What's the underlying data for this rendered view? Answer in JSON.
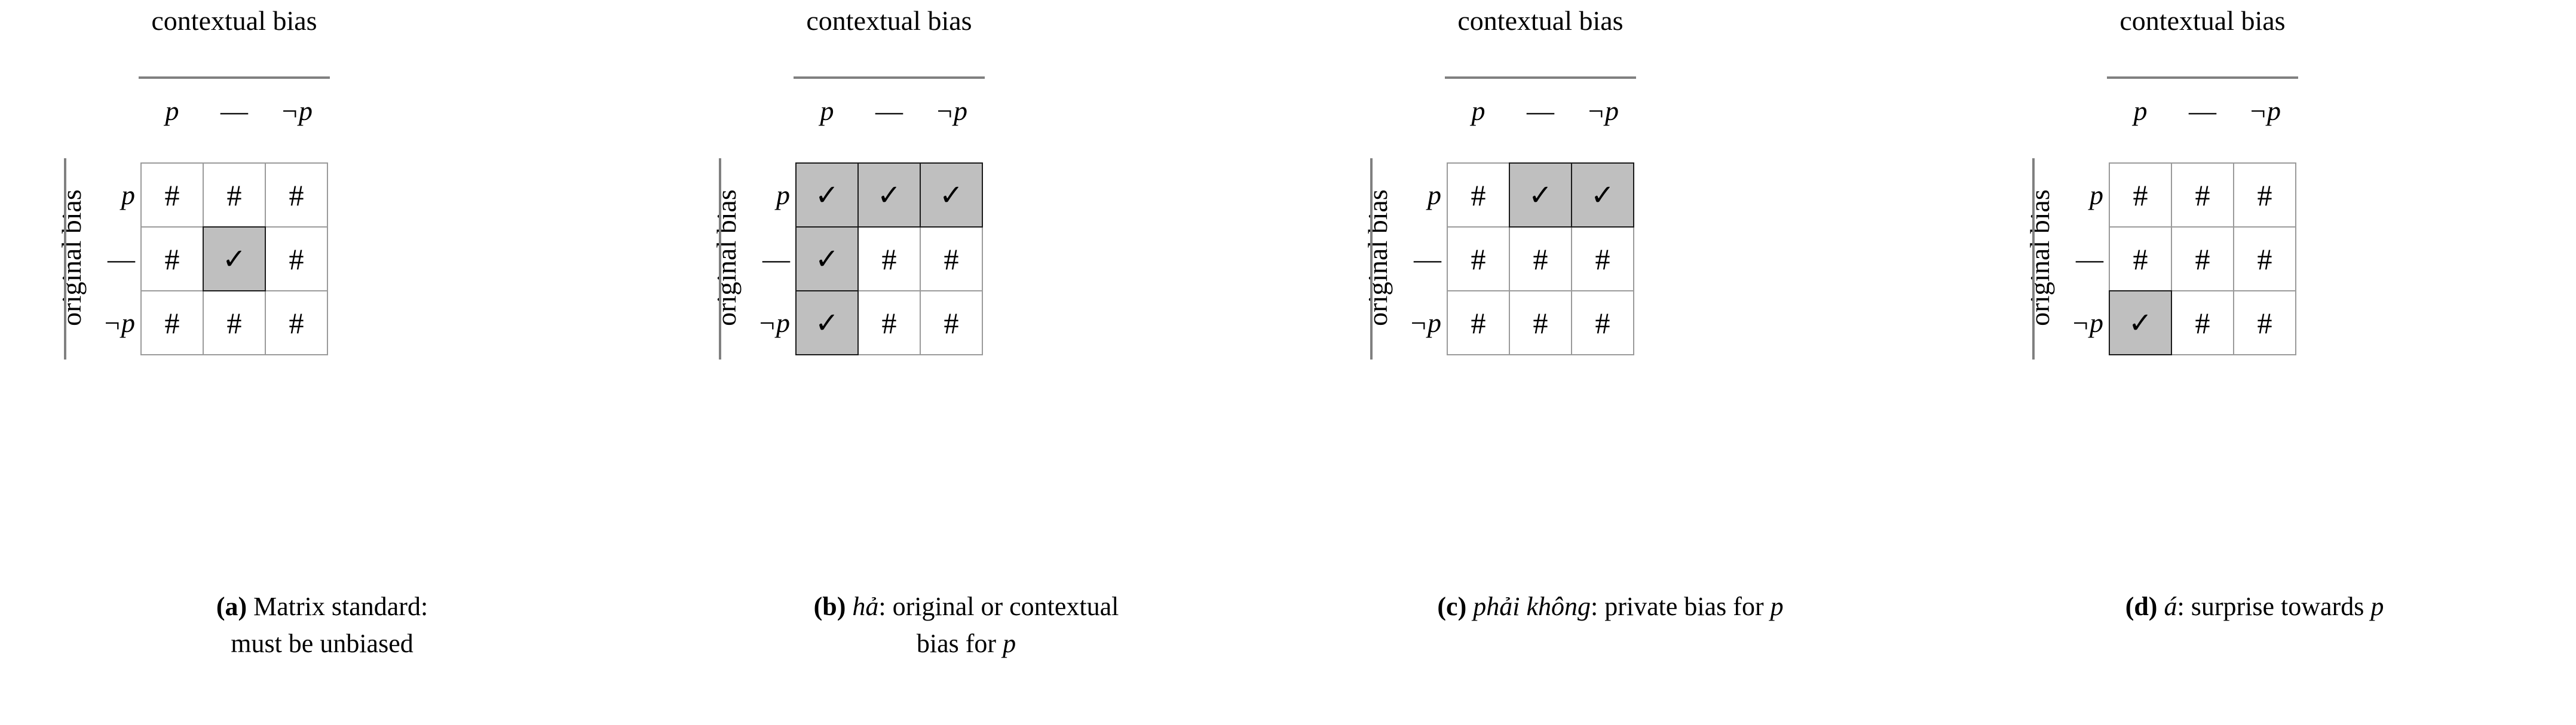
{
  "figure": {
    "column_group_title": "contextual bias",
    "row_group_title": "original bias",
    "column_headers": [
      "p",
      "—",
      "¬p"
    ],
    "row_headers": [
      "p",
      "—",
      "¬p"
    ],
    "symbols": {
      "unmarked": "#",
      "marked": "✓"
    },
    "colors": {
      "shade_fill": "#bfbfbf",
      "shade_border": "#1a1a1a",
      "grid_line": "#9a9a9a",
      "group_rule": "#808080",
      "text": "#000000",
      "background": "#ffffff"
    }
  },
  "panels": [
    {
      "tag": "(a)",
      "term": "",
      "caption_rest": "Matrix standard: must be unbiased",
      "caption_lines": [
        {
          "tag": "(a)",
          "term": "",
          "sep": "",
          "text": " Matrix standard:",
          "var": ""
        },
        {
          "tag": "",
          "term": "",
          "sep": "",
          "text": "must be unbiased",
          "var": ""
        }
      ],
      "cells": [
        [
          "#",
          "#",
          "#"
        ],
        [
          "#",
          "✓",
          "#"
        ],
        [
          "#",
          "#",
          "#"
        ]
      ],
      "shaded": [
        [
          false,
          false,
          false
        ],
        [
          false,
          true,
          false
        ],
        [
          false,
          false,
          false
        ]
      ]
    },
    {
      "tag": "(b)",
      "term": "hả",
      "caption_rest": "original or contextual bias for p",
      "caption_lines": [
        {
          "tag": "(b)",
          "term": "hả",
          "sep": ": ",
          "text": "original or contextual",
          "var": ""
        },
        {
          "tag": "",
          "term": "",
          "sep": "",
          "text": "bias for ",
          "var": "p"
        }
      ],
      "cells": [
        [
          "✓",
          "✓",
          "✓"
        ],
        [
          "✓",
          "#",
          "#"
        ],
        [
          "✓",
          "#",
          "#"
        ]
      ],
      "shaded": [
        [
          true,
          true,
          true
        ],
        [
          true,
          false,
          false
        ],
        [
          true,
          false,
          false
        ]
      ]
    },
    {
      "tag": "(c)",
      "term": "phải không",
      "caption_rest": "private bias for p",
      "caption_lines": [
        {
          "tag": "(c)",
          "term": "phải không",
          "sep": ": ",
          "text": "private bias for ",
          "var": "p"
        }
      ],
      "cells": [
        [
          "#",
          "✓",
          "✓"
        ],
        [
          "#",
          "#",
          "#"
        ],
        [
          "#",
          "#",
          "#"
        ]
      ],
      "shaded": [
        [
          false,
          true,
          true
        ],
        [
          false,
          false,
          false
        ],
        [
          false,
          false,
          false
        ]
      ]
    },
    {
      "tag": "(d)",
      "term": "á",
      "caption_rest": "surprise towards p",
      "caption_lines": [
        {
          "tag": "(d)",
          "term": "á",
          "sep": ": ",
          "text": "surprise towards ",
          "var": "p"
        }
      ],
      "cells": [
        [
          "#",
          "#",
          "#"
        ],
        [
          "#",
          "#",
          "#"
        ],
        [
          "✓",
          "#",
          "#"
        ]
      ],
      "shaded": [
        [
          false,
          false,
          false
        ],
        [
          false,
          false,
          false
        ],
        [
          true,
          false,
          false
        ]
      ]
    }
  ]
}
